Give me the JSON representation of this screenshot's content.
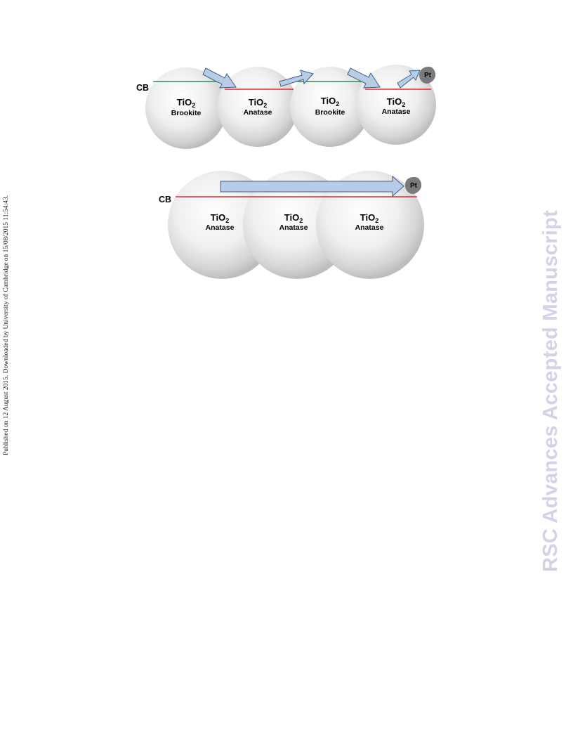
{
  "side_note": "Published on 12 August 2015. Downloaded by University of Cambridge on 15/08/2015 11:54:43.",
  "watermark": "RSC Advances Accepted Manuscript",
  "colors": {
    "brookite_cb": "#2e8b57",
    "anatase_cb": "#e8262c",
    "arrow_fill": "#b7cde6",
    "arrow_stroke": "#3f5f8a",
    "pt_fill": "#7a7a7a"
  },
  "top_diagram": {
    "cb_label": "CB",
    "pt_label": "Pt",
    "particles": [
      {
        "formula": "TiO",
        "subscript": "2",
        "phase": "Brookite"
      },
      {
        "formula": "TiO",
        "subscript": "2",
        "phase": "Anatase"
      },
      {
        "formula": "TiO",
        "subscript": "2",
        "phase": "Brookite"
      },
      {
        "formula": "TiO",
        "subscript": "2",
        "phase": "Anatase"
      }
    ]
  },
  "bottom_diagram": {
    "cb_label": "CB",
    "pt_label": "Pt",
    "particles": [
      {
        "formula": "TiO",
        "subscript": "2",
        "phase": "Anatase"
      },
      {
        "formula": "TiO",
        "subscript": "2",
        "phase": "Anatase"
      },
      {
        "formula": "TiO",
        "subscript": "2",
        "phase": "Anatase"
      }
    ]
  }
}
